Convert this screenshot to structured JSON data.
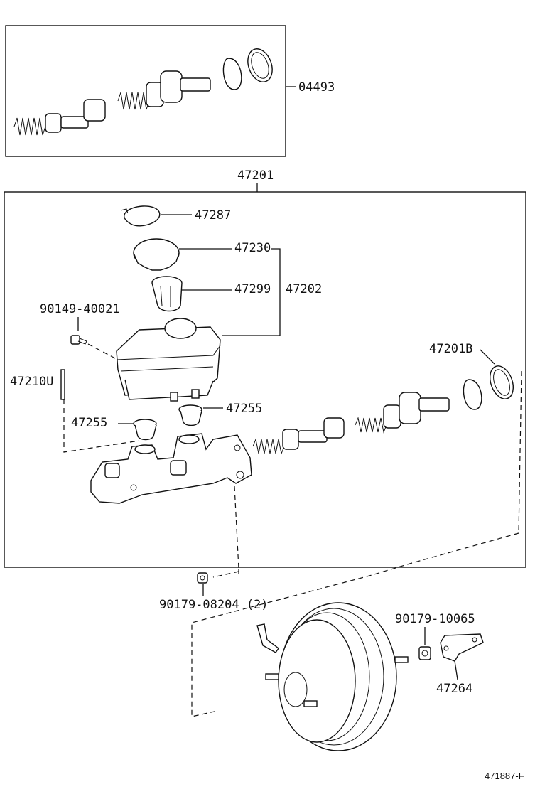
{
  "labels": {
    "kit": "04493",
    "master_cylinder_assy": "47201",
    "cap_gasket": "47287",
    "reservoir_cap": "47230",
    "strainer": "47299",
    "reservoir_sub_assy": "47202",
    "reservoir_screw": "90149-40021",
    "pin": "47210U",
    "grommet_left": "47255",
    "grommet_right": "47255",
    "master_cylinder_body": "47201B",
    "nut_mc": "90179-08204 (2)",
    "nut_booster": "90179-10065",
    "bracket": "47264",
    "figure_id": "471887-F"
  }
}
